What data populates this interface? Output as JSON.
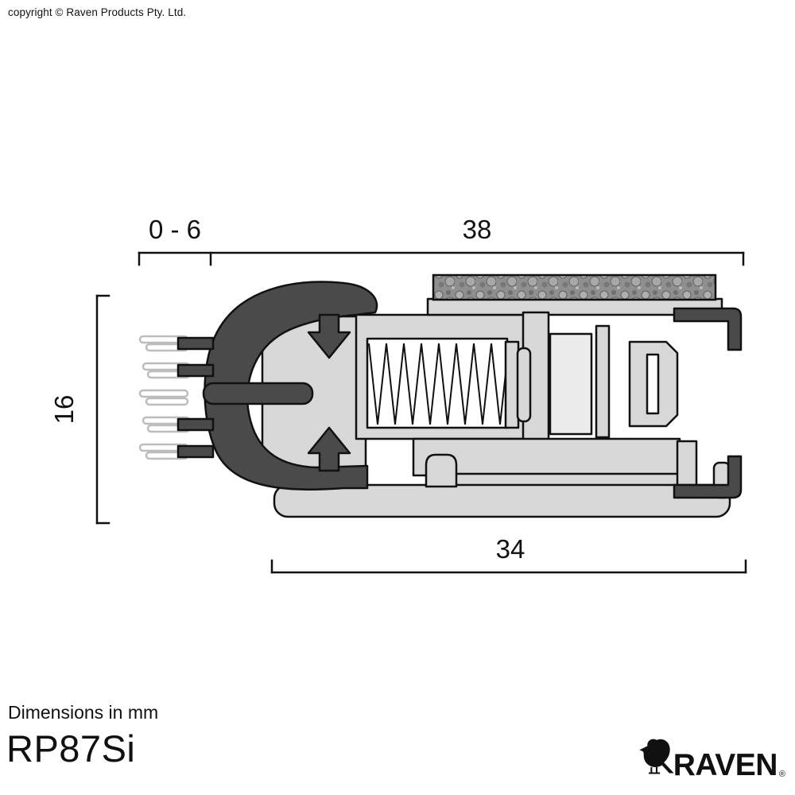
{
  "header": {
    "copyright": "copyright © Raven Products Pty. Ltd."
  },
  "drawing": {
    "dim_top_left": "0 - 6",
    "dim_top_right": "38",
    "dim_left": "16",
    "dim_bottom": "34"
  },
  "footer": {
    "dimensions_note": "Dimensions in mm",
    "product_code": "RP87Si",
    "brand": "RAVEN",
    "registered": "®"
  },
  "colors": {
    "line": "#111111",
    "part_dark": "#4a4a4a",
    "part_light": "#d8d8d8",
    "bristle": "#bdbdbd",
    "foam_base": "#8f8f8f"
  }
}
